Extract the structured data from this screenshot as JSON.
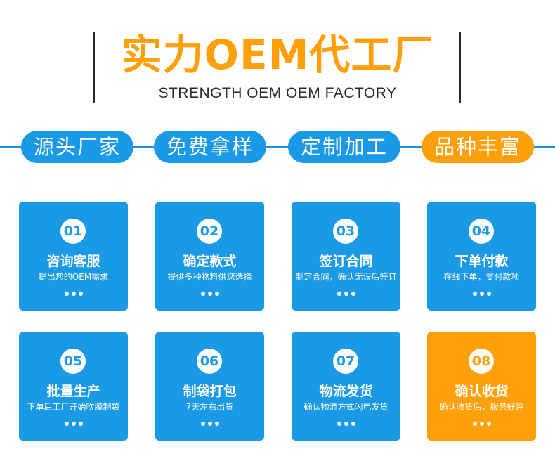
{
  "header": {
    "title": "实力OEM代工厂",
    "subtitle": "STRENGTH OEM OEM FACTORY"
  },
  "features": [
    {
      "label": "源头厂家"
    },
    {
      "label": "免费拿样"
    },
    {
      "label": "定制加工"
    },
    {
      "label": "品种丰富"
    }
  ],
  "steps": [
    {
      "num": "01",
      "title": "咨询客服",
      "desc": "提出您的OEM需求"
    },
    {
      "num": "02",
      "title": "确定款式",
      "desc": "提供多种物料供您选择"
    },
    {
      "num": "03",
      "title": "签订合同",
      "desc": "制定合同，确认无误后签订"
    },
    {
      "num": "04",
      "title": "下单付款",
      "desc": "在线下单，支付款项"
    },
    {
      "num": "05",
      "title": "批量生产",
      "desc": "下单后工厂开始吹膜制袋"
    },
    {
      "num": "06",
      "title": "制袋打包",
      "desc": "7天左右出货"
    },
    {
      "num": "07",
      "title": "物流发货",
      "desc": "确认物流方式闪电发货"
    },
    {
      "num": "08",
      "title": "确认收货",
      "desc": "确认收货后，服务好评"
    }
  ],
  "colors": {
    "accent_orange": "#ff9f0a",
    "accent_blue": "#1a9ae6"
  }
}
